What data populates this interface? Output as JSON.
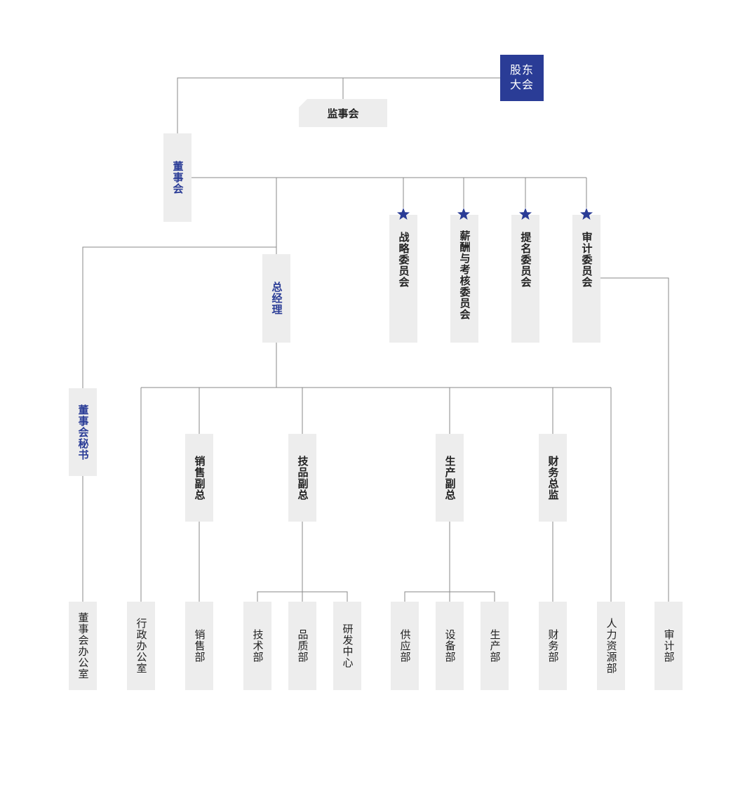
{
  "colors": {
    "accent": "#2a3c96",
    "box": "#ededed",
    "line": "#8a8a8a",
    "text": "#222222"
  },
  "top": {
    "shareholders_line1": "股东",
    "shareholders_line2": "大会",
    "supervisory_board": "监事会",
    "board": "董事会"
  },
  "committees": [
    "战略委员会",
    "薪酬与考核委员会",
    "提名委员会",
    "审计委员会"
  ],
  "committee_icon": "star-icon",
  "management": {
    "general_manager": "总经理",
    "board_secretary": "董事会秘书"
  },
  "vice_presidents": [
    "销售副总",
    "技品副总",
    "生产副总",
    "财务总监"
  ],
  "departments": [
    "董事会办公室",
    "行政办公室",
    "销售部",
    "技术部",
    "品质部",
    "研发中心",
    "供应部",
    "设备部",
    "生产部",
    "财务部",
    "人力资源部",
    "审计部"
  ]
}
